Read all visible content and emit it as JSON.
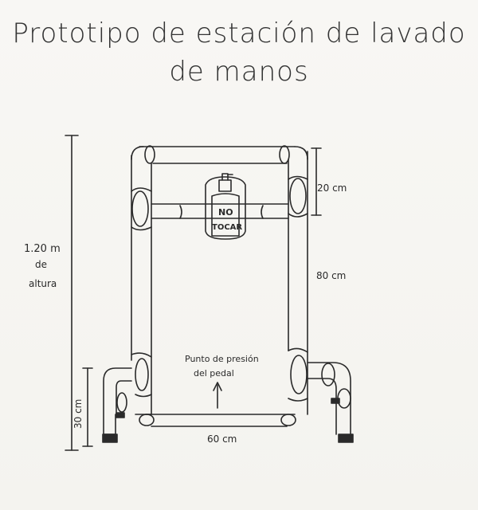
{
  "title": {
    "line1": "Prototipo de estación de lavado",
    "line2": "de manos"
  },
  "labels": {
    "height_total_1": "1.20 m",
    "height_total_2": "de",
    "height_total_3": "altura",
    "top_section": "20 cm",
    "side_section": "80 cm",
    "leg_height": "30 cm",
    "base_width": "60 cm",
    "sign_line1": "NO",
    "sign_line2": "TOCAR",
    "pedal_note_line1": "Punto de presión",
    "pedal_note_line2": "del pedal"
  },
  "colors": {
    "ink": "#2a2a2a",
    "paper": "#f7f6f3",
    "pipe_fill": "#fafafa"
  }
}
